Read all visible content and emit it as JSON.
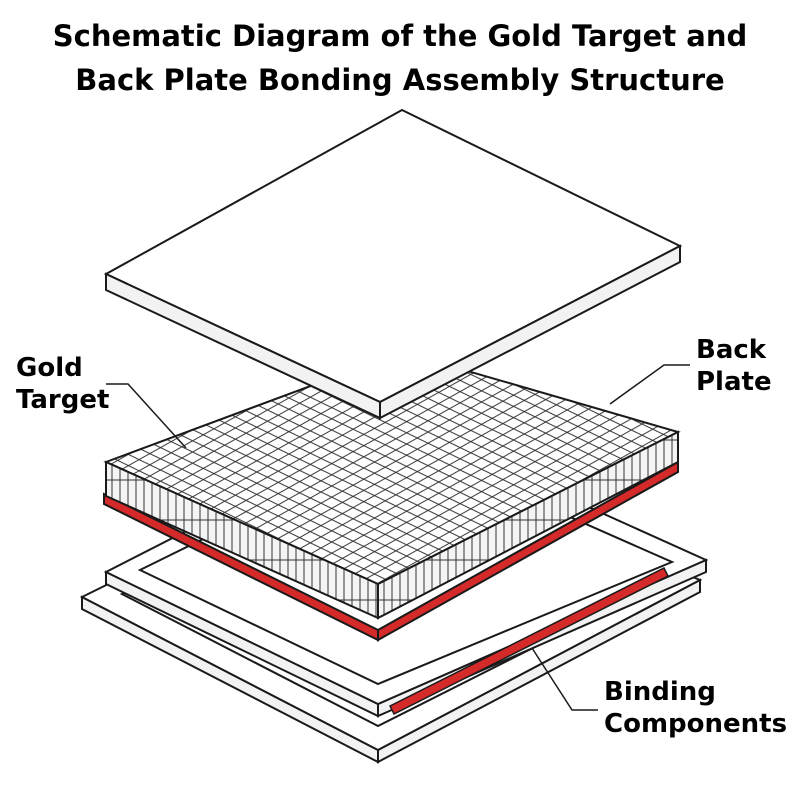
{
  "title": {
    "line1": "Schematic Diagram of the Gold Target and",
    "line2": "Back Plate Bonding Assembly Structure"
  },
  "labels": {
    "gold_target": [
      "Gold",
      "Target"
    ],
    "back_plate": [
      "Back",
      "Plate"
    ],
    "binding_components": [
      "Binding",
      "Components"
    ]
  },
  "colors": {
    "outline": "#1a1a1a",
    "bonding_layer": "#d42a2a",
    "face": "#ffffff",
    "side": "#f2f2f2"
  }
}
